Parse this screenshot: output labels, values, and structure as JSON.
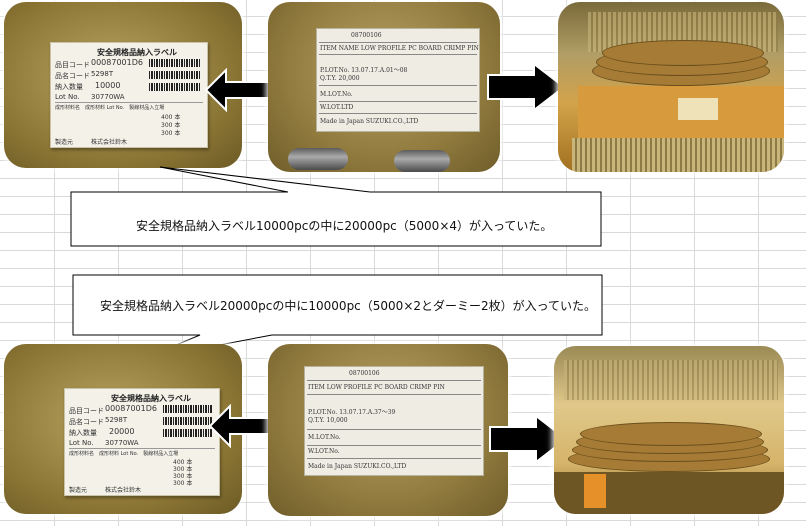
{
  "row1": {
    "label_card": {
      "title": "安全規格品納入ラベル",
      "part_no_label": "品目コード",
      "part_no": "00087001D6",
      "model_label": "品名コード",
      "model": "5298T",
      "qty_label": "納入数量",
      "qty": "10000",
      "lot_label": "Lot No.",
      "lot": "30770WA",
      "col_headers": "成形材料名　成形材料 Lot No.　製線材品入立場",
      "maker_label": "製造元",
      "maker": "株式会社鈴木",
      "qty_rows": [
        "400 本",
        "300 本",
        "300 本"
      ]
    },
    "item_card": {
      "number": "08700106",
      "item": "ITEM  NAME  LOW PROFILE PC BOARD CRIMP PIN",
      "plot": "P.LOT.No.  13.07.17.A.01～08",
      "qty": "Q.T.Y.          20,000",
      "mlot": "M.LOT.No.",
      "wlot": "W.LOT.LTD",
      "footer": "Made in Japan  SUZUKI.CO.,LTD"
    },
    "callout": "安全規格品納入ラベル10000pcの中に20000pc（5000×4）が入っていた。"
  },
  "row2": {
    "label_card": {
      "title": "安全規格品納入ラベル",
      "part_no_label": "品目コード",
      "part_no": "00087001D6",
      "model_label": "品名コード",
      "model": "5298T",
      "qty_label": "納入数量",
      "qty": "20000",
      "lot_label": "Lot No.",
      "lot": "30770WA",
      "col_headers": "成形材料名　成形材料 Lot No.　製線材品入立場",
      "maker_label": "製造元",
      "maker": "株式会社鈴木",
      "qty_rows": [
        "400 本",
        "300 本",
        "300 本",
        "300 本"
      ]
    },
    "item_card": {
      "number": "08700106",
      "item": "ITEM  LOW PROFILE PC BOARD CRIMP PIN",
      "plot": "P.LOT.No.  13.07.17.A.37～39",
      "qty": "Q.T.Y.          10,000",
      "mlot": "M.LOT.No.",
      "wlot": "W.LOT.No.",
      "footer": "Made in Japan  SUZUKI.CO.,LTD"
    },
    "callout": "安全規格品納入ラベル20000pcの中に10000pc（5000×2とダーミー2枚）が入っていた。"
  },
  "colors": {
    "arrow": "#000000",
    "callout_border": "#000000",
    "grid": "#d9d9d9"
  }
}
